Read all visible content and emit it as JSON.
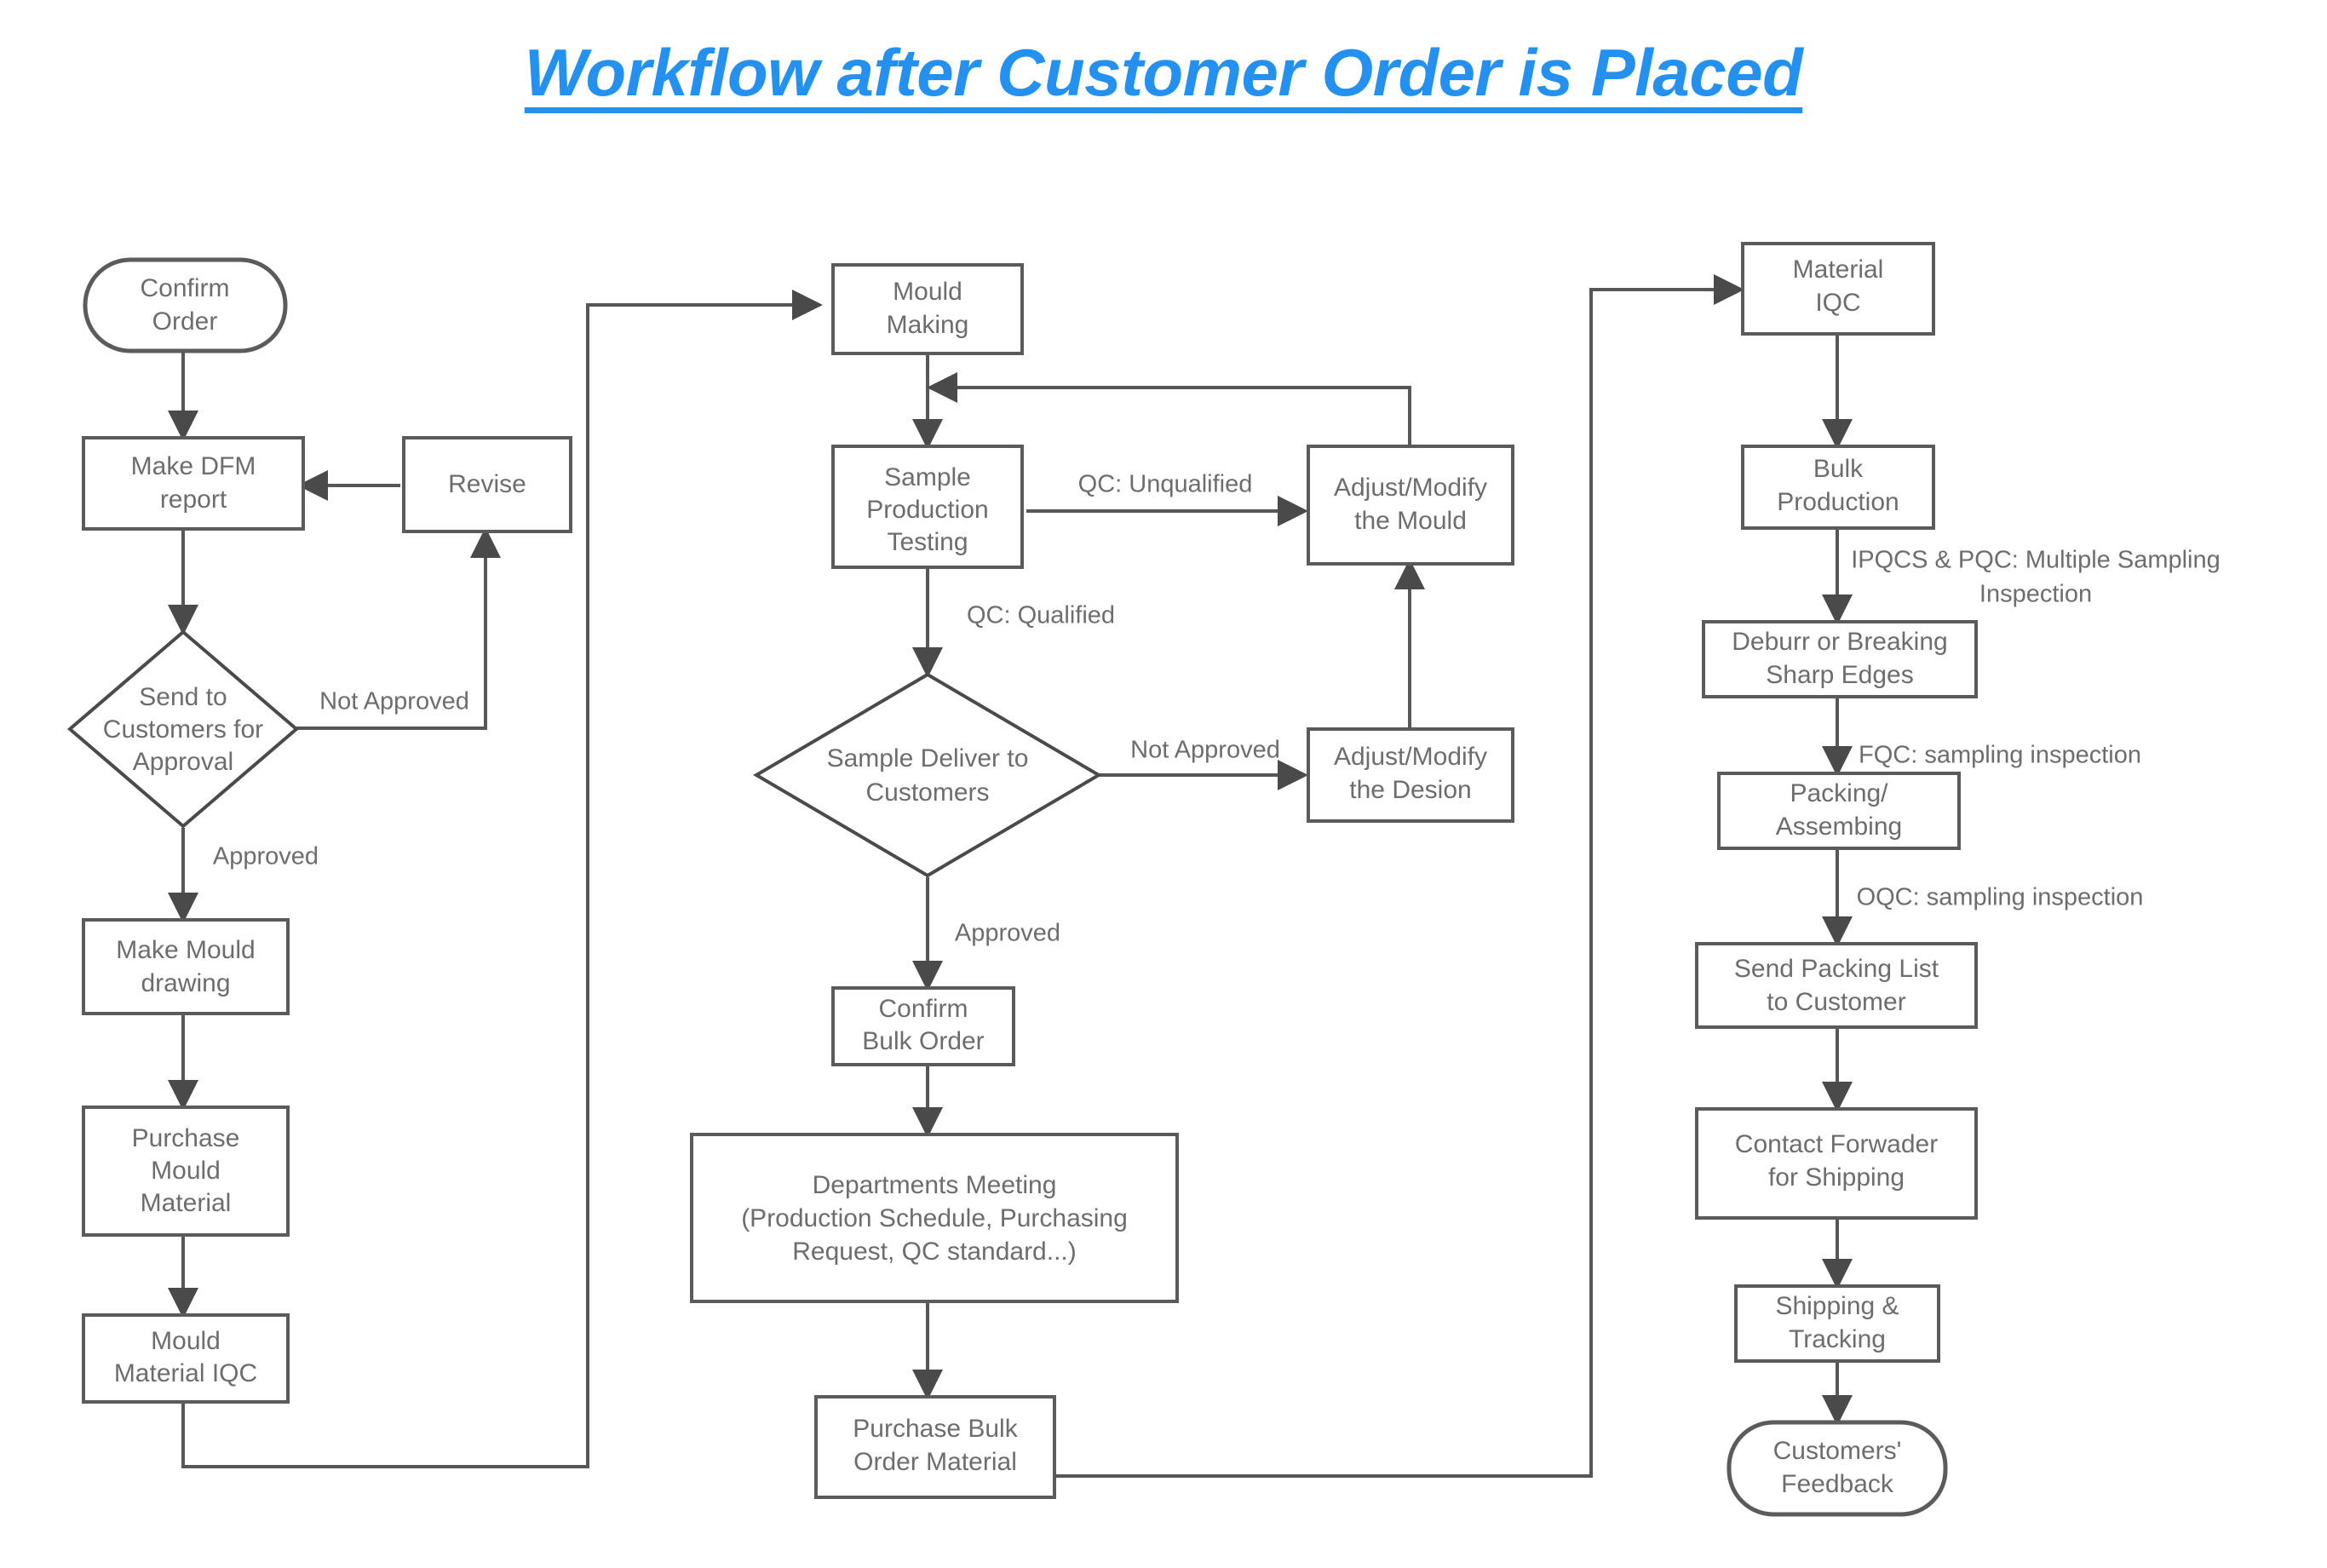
{
  "title": "Workflow after Customer Order is Placed",
  "title_color": "#2491f0",
  "colors": {
    "node_stroke": "#5b5b5b",
    "node_fill": "#ffffff",
    "text": "#6d6d6d",
    "edge": "#575757"
  },
  "chart_data": {
    "type": "diagram",
    "title": "Workflow after Customer Order is Placed",
    "diagram_kind": "flowchart",
    "columns": 3
  },
  "nodes": {
    "confirm_order": {
      "label_1": "Confirm",
      "label_2": "Order",
      "shape": "terminator"
    },
    "make_dfm_report": {
      "label_1": "Make DFM",
      "label_2": "report",
      "shape": "process"
    },
    "revise": {
      "label_1": "Revise",
      "label_2": "",
      "shape": "process"
    },
    "send_to_customers": {
      "label_1": "Send to",
      "label_2": "Customers for",
      "label_3": "Approval",
      "shape": "decision"
    },
    "make_mould_drawing": {
      "label_1": "Make Mould",
      "label_2": "drawing",
      "shape": "process"
    },
    "purchase_mould_material": {
      "label_1": "Purchase",
      "label_2": "Mould",
      "label_3": "Material",
      "shape": "process"
    },
    "mould_material_iqc": {
      "label_1": "Mould",
      "label_2": "Material IQC",
      "shape": "process"
    },
    "mould_making": {
      "label_1": "Mould",
      "label_2": "Making",
      "shape": "process"
    },
    "sample_production_testing": {
      "label_1": "Sample",
      "label_2": "Production",
      "label_3": "Testing",
      "shape": "process"
    },
    "adjust_modify_mould": {
      "label_1": "Adjust/Modify",
      "label_2": "the Mould",
      "shape": "process"
    },
    "sample_deliver_to_customers": {
      "label_1": "Sample Deliver to",
      "label_2": "Customers",
      "shape": "decision"
    },
    "adjust_modify_design": {
      "label_1": "Adjust/Modify",
      "label_2": "the Desion",
      "shape": "process"
    },
    "confirm_bulk_order": {
      "label_1": "Confirm",
      "label_2": "Bulk Order",
      "shape": "process"
    },
    "departments_meeting": {
      "label_1": "Departments Meeting",
      "label_2": "(Production Schedule, Purchasing",
      "label_3": "Request, QC standard...)",
      "shape": "process"
    },
    "purchase_bulk_order_material": {
      "label_1": "Purchase Bulk",
      "label_2": "Order Material",
      "shape": "process"
    },
    "material_iqc": {
      "label_1": "Material",
      "label_2": "IQC",
      "shape": "process"
    },
    "bulk_production": {
      "label_1": "Bulk",
      "label_2": "Production",
      "shape": "process"
    },
    "deburr_sharp_edges": {
      "label_1": "Deburr or Breaking",
      "label_2": "Sharp Edges",
      "shape": "process"
    },
    "packing_assembing": {
      "label_1": "Packing/",
      "label_2": "Assembing",
      "shape": "process"
    },
    "send_packing_list": {
      "label_1": "Send Packing List",
      "label_2": "to Customer",
      "shape": "process"
    },
    "contact_forwader": {
      "label_1": "Contact Forwader",
      "label_2": "for Shipping",
      "shape": "process"
    },
    "shipping_tracking": {
      "label_1": "Shipping &",
      "label_2": "Tracking",
      "shape": "process"
    },
    "customers_feedback": {
      "label_1": "Customers'",
      "label_2": "Feedback",
      "shape": "terminator"
    }
  },
  "edge_labels": {
    "not_approved_1": "Not Approved",
    "approved_1": "Approved",
    "qc_unqualified": "QC: Unqualified",
    "qc_qualified": "QC: Qualified",
    "not_approved_2": "Not Approved",
    "approved_2": "Approved",
    "ipqcs_pqc_1": "IPQCS & PQC: Multiple Sampling",
    "ipqcs_pqc_2": "Inspection",
    "fqc_sampling": "FQC: sampling inspection",
    "oqc_sampling": "OQC: sampling inspection"
  }
}
